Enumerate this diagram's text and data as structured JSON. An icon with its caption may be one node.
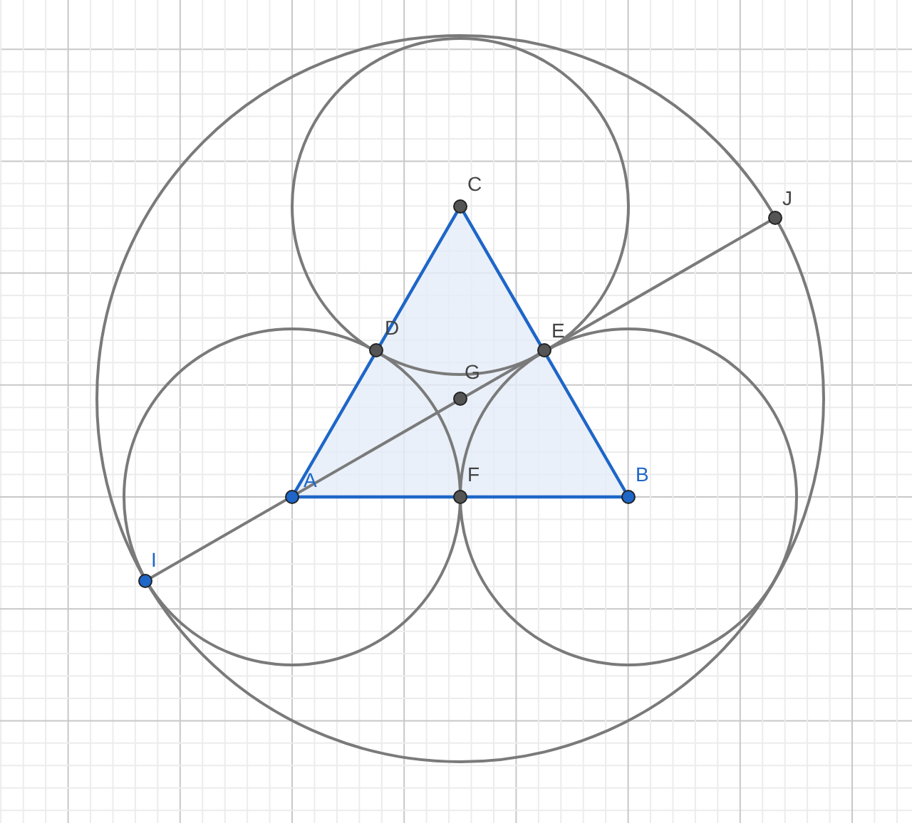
{
  "diagram": {
    "labels": [
      "C",
      "J",
      "D",
      "E",
      "G",
      "A",
      "F",
      "B",
      "I"
    ]
  }
}
